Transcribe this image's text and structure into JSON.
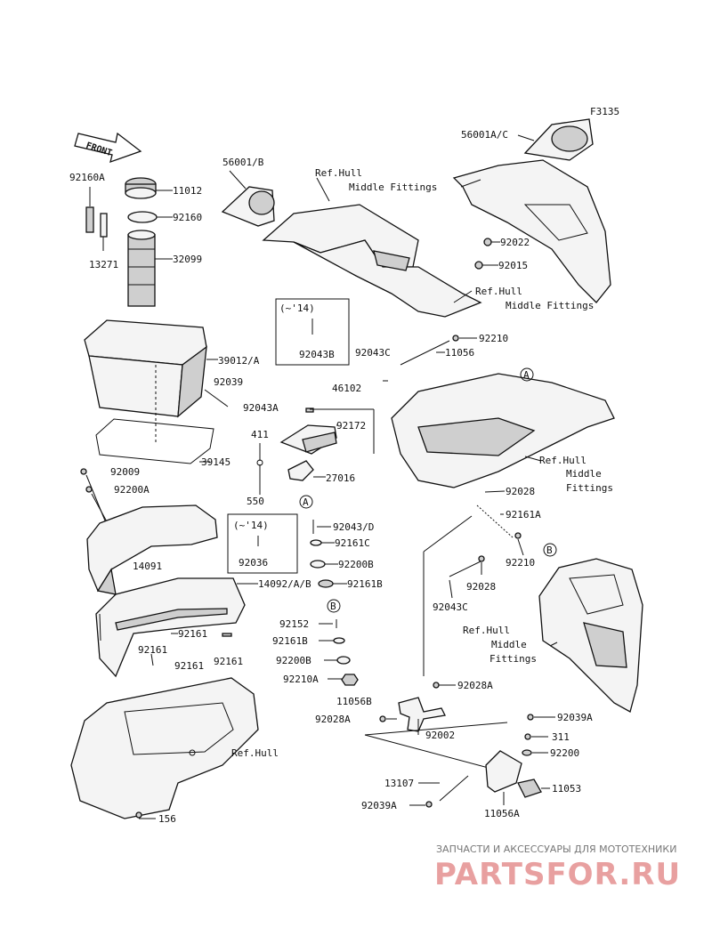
{
  "figure_code": "F3135",
  "front_label": "FRONT",
  "ref_labels": {
    "hull_mid_1a": "Ref.Hull",
    "hull_mid_1b": "Middle Fittings",
    "hull_mid_2a": "Ref.Hull",
    "hull_mid_2b": "Middle Fittings",
    "hull_mid_3a": "Ref.Hull",
    "hull_mid_3b": "Middle",
    "hull_mid_3c": "Fittings",
    "hull_mid_4a": "Ref.Hull",
    "hull_mid_4b": "Middle",
    "hull_mid_4c": "Fittings",
    "hull": "Ref.Hull"
  },
  "inset_note": "(~'14)",
  "callouts": {
    "A": "A",
    "B": "B"
  },
  "parts": [
    {
      "id": "p92160A",
      "label": "92160A"
    },
    {
      "id": "p11012",
      "label": "11012"
    },
    {
      "id": "p92160",
      "label": "92160"
    },
    {
      "id": "p13271",
      "label": "13271"
    },
    {
      "id": "p32099",
      "label": "32099"
    },
    {
      "id": "p39012A",
      "label": "39012/A"
    },
    {
      "id": "p92039",
      "label": "92039"
    },
    {
      "id": "p39145",
      "label": "39145"
    },
    {
      "id": "p92009",
      "label": "92009"
    },
    {
      "id": "p92200A",
      "label": "92200A"
    },
    {
      "id": "p14091",
      "label": "14091"
    },
    {
      "id": "p14092AB",
      "label": "14092/A/B"
    },
    {
      "id": "p92161a",
      "label": "92161"
    },
    {
      "id": "p92161b",
      "label": "92161"
    },
    {
      "id": "p92161c",
      "label": "92161"
    },
    {
      "id": "p92161d",
      "label": "92161"
    },
    {
      "id": "p156",
      "label": "156"
    },
    {
      "id": "p56001B",
      "label": "56001/B"
    },
    {
      "id": "p56001AC",
      "label": "56001A/C"
    },
    {
      "id": "p92022",
      "label": "92022"
    },
    {
      "id": "p92015",
      "label": "92015"
    },
    {
      "id": "p92043B",
      "label": "92043B"
    },
    {
      "id": "p92043C1",
      "label": "92043C"
    },
    {
      "id": "p92210a",
      "label": "92210"
    },
    {
      "id": "p11056",
      "label": "11056"
    },
    {
      "id": "p46102",
      "label": "46102"
    },
    {
      "id": "p92043A",
      "label": "92043A"
    },
    {
      "id": "p92172",
      "label": "92172"
    },
    {
      "id": "p411",
      "label": "411"
    },
    {
      "id": "p27016",
      "label": "27016"
    },
    {
      "id": "p550",
      "label": "550"
    },
    {
      "id": "p92043D",
      "label": "92043/D"
    },
    {
      "id": "p92036",
      "label": "92036"
    },
    {
      "id": "p92161C",
      "label": "92161C"
    },
    {
      "id": "p92200B1",
      "label": "92200B"
    },
    {
      "id": "p92161B1",
      "label": "92161B"
    },
    {
      "id": "p92152",
      "label": "92152"
    },
    {
      "id": "p92161B2",
      "label": "92161B"
    },
    {
      "id": "p92200B2",
      "label": "92200B"
    },
    {
      "id": "p92210A",
      "label": "92210A"
    },
    {
      "id": "p92028a",
      "label": "92028"
    },
    {
      "id": "p92161A",
      "label": "92161A"
    },
    {
      "id": "p92210b",
      "label": "92210"
    },
    {
      "id": "p92028b",
      "label": "92028"
    },
    {
      "id": "p92043C2",
      "label": "92043C"
    },
    {
      "id": "p92028Aa",
      "label": "92028A"
    },
    {
      "id": "p11056B",
      "label": "11056B"
    },
    {
      "id": "p92028Ab",
      "label": "92028A"
    },
    {
      "id": "p92002",
      "label": "92002"
    },
    {
      "id": "p92039A1",
      "label": "92039A"
    },
    {
      "id": "p311",
      "label": "311"
    },
    {
      "id": "p92200",
      "label": "92200"
    },
    {
      "id": "p13107",
      "label": "13107"
    },
    {
      "id": "p11053",
      "label": "11053"
    },
    {
      "id": "p92039A2",
      "label": "92039A"
    },
    {
      "id": "p11056A",
      "label": "11056A"
    }
  ],
  "watermark": {
    "tagline": "ЗАПЧАСТИ И АКСЕССУАРЫ ДЛЯ МОТОТЕХНИКИ",
    "brand": "PARTSFOR.RU"
  }
}
